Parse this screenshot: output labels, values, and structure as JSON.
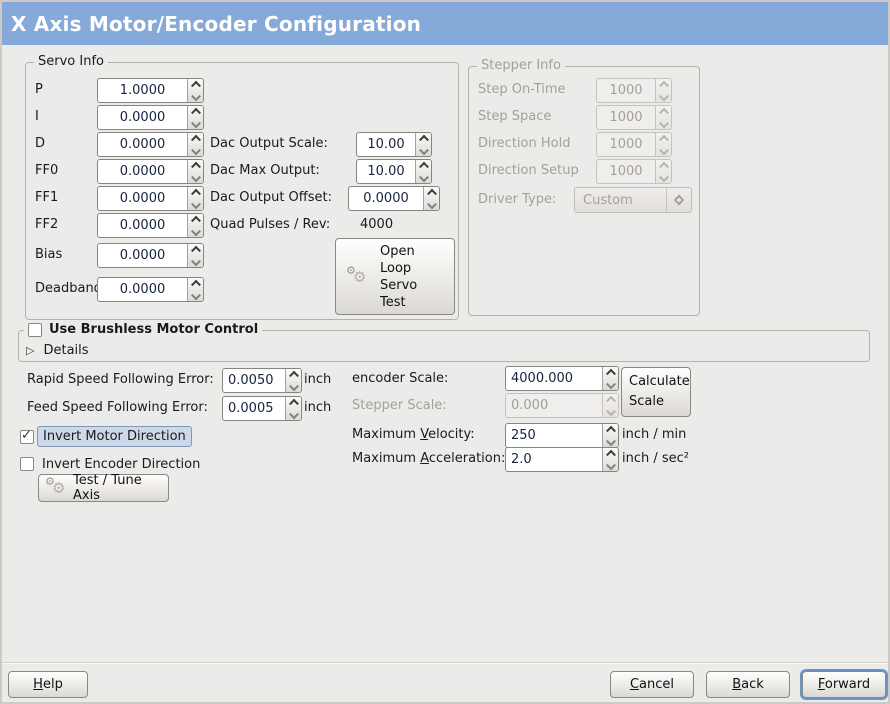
{
  "window": {
    "title": "X Axis Motor/Encoder Configuration"
  },
  "colors": {
    "titlebar_bg": "#85aad9",
    "window_bg": "#ebebe9",
    "focus_highlight_bg": "#cdd9e9",
    "focus_highlight_border": "#7f97b5",
    "focus_ring": "#6d92c8"
  },
  "icons": {
    "gear": "⚙",
    "expander_arrow": "▷",
    "check_mark": "✓"
  },
  "servo_info": {
    "title": "Servo Info",
    "rows": [
      {
        "label": "P",
        "value": "1.0000"
      },
      {
        "label": "I",
        "value": "0.0000"
      },
      {
        "label": "D",
        "value": "0.0000"
      },
      {
        "label": "FF0",
        "value": "0.0000"
      },
      {
        "label": "FF1",
        "value": "0.0000"
      },
      {
        "label": "FF2",
        "value": "0.0000"
      },
      {
        "label": "Bias",
        "value": "0.0000"
      },
      {
        "label": "Deadband",
        "value": "0.0000"
      }
    ]
  },
  "dac": {
    "rows": [
      {
        "label": "Dac Output Scale:",
        "value": "10.00"
      },
      {
        "label": "Dac Max Output:",
        "value": "10.00"
      },
      {
        "label": "Dac Output Offset:",
        "value": "0.0000"
      }
    ],
    "quad_label": "Quad Pulses / Rev:",
    "quad_value": "4000",
    "open_loop_button": "Open\nLoop\nServo\nTest"
  },
  "stepper_info": {
    "title": "Stepper Info",
    "rows": [
      {
        "label": "Step On-Time",
        "value": "1000"
      },
      {
        "label": "Step Space",
        "value": "1000"
      },
      {
        "label": "Direction Hold",
        "value": "1000"
      },
      {
        "label": "Direction Setup",
        "value": "1000"
      }
    ],
    "driver_type_label": "Driver Type:",
    "driver_type_value": "Custom"
  },
  "brushless": {
    "checkbox_label": "Use Brushless Motor Control",
    "details_label": "Details"
  },
  "errors": {
    "rapid_label": "Rapid Speed Following Error:",
    "rapid_value": "0.0050",
    "rapid_unit": "inch",
    "feed_label": "Feed Speed Following Error:",
    "feed_value": "0.0005",
    "feed_unit": "inch"
  },
  "scales": {
    "encoder_label": "encoder Scale:",
    "encoder_value": "4000.000",
    "stepper_label": "Stepper Scale:",
    "stepper_value": "0.000",
    "calculate_button": "Calculate\nScale",
    "velocity_label_pre": "Maximum ",
    "velocity_mnemonic": "V",
    "velocity_label_post": "elocity:",
    "velocity_value": "250",
    "velocity_unit": "inch / min",
    "accel_label_pre": "Maximum ",
    "accel_mnemonic": "A",
    "accel_label_post": "cceleration:",
    "accel_value": "2.0",
    "accel_unit": "inch / sec²"
  },
  "direction": {
    "invert_motor_label": "Invert Motor Direction",
    "invert_encoder_label": "Invert Encoder Direction",
    "test_tune_button": "Test / Tune Axis"
  },
  "footer": {
    "help": {
      "mnemonic": "H",
      "rest": "elp"
    },
    "cancel": {
      "mnemonic": "C",
      "rest": "ancel"
    },
    "back": {
      "mnemonic": "B",
      "rest": "ack"
    },
    "forward": {
      "mnemonic": "F",
      "rest": "orward"
    }
  }
}
